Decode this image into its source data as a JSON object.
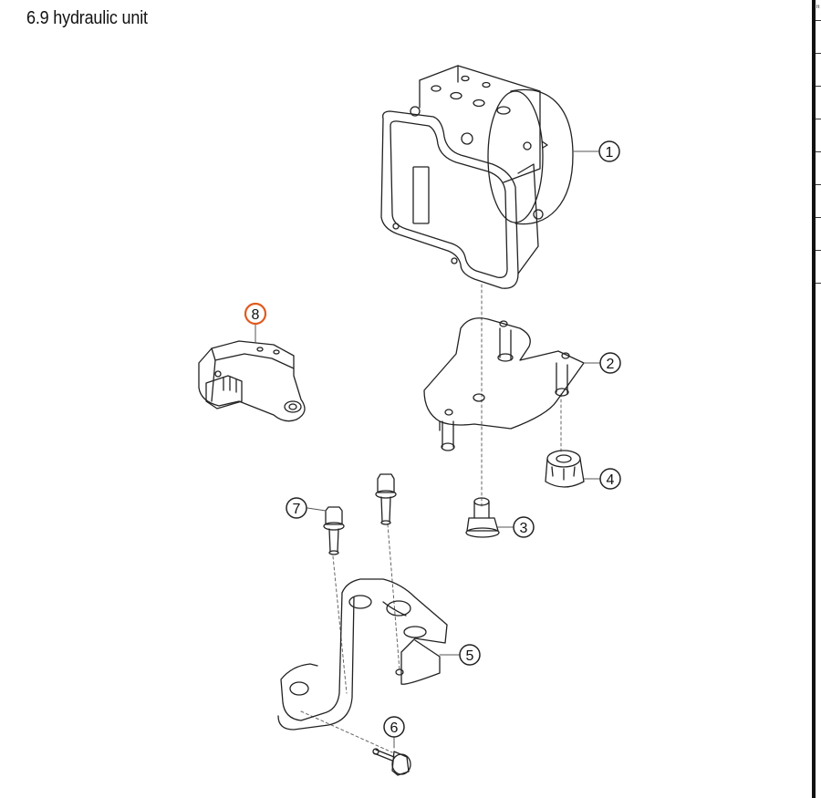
{
  "title": "6.9  hydraulic unit",
  "callouts": [
    {
      "id": "1",
      "label": "1",
      "part": "hydraulic-unit",
      "highlighted": false
    },
    {
      "id": "2",
      "label": "2",
      "part": "mounting-bracket",
      "highlighted": false
    },
    {
      "id": "3",
      "label": "3",
      "part": "flange-bolt",
      "highlighted": false
    },
    {
      "id": "4",
      "label": "4",
      "part": "rubber-grommet",
      "highlighted": false
    },
    {
      "id": "5",
      "label": "5",
      "part": "holder",
      "highlighted": false
    },
    {
      "id": "6",
      "label": "6",
      "part": "collar-bolt",
      "highlighted": false
    },
    {
      "id": "7",
      "label": "7",
      "part": "collar-screw",
      "highlighted": false
    },
    {
      "id": "8",
      "label": "8",
      "part": "sensor",
      "highlighted": true
    }
  ],
  "colors": {
    "line": "#222222",
    "highlight": "#e05a1e",
    "leader": "#555555",
    "background": "#ffffff"
  },
  "side_panel": {
    "label": "It"
  }
}
